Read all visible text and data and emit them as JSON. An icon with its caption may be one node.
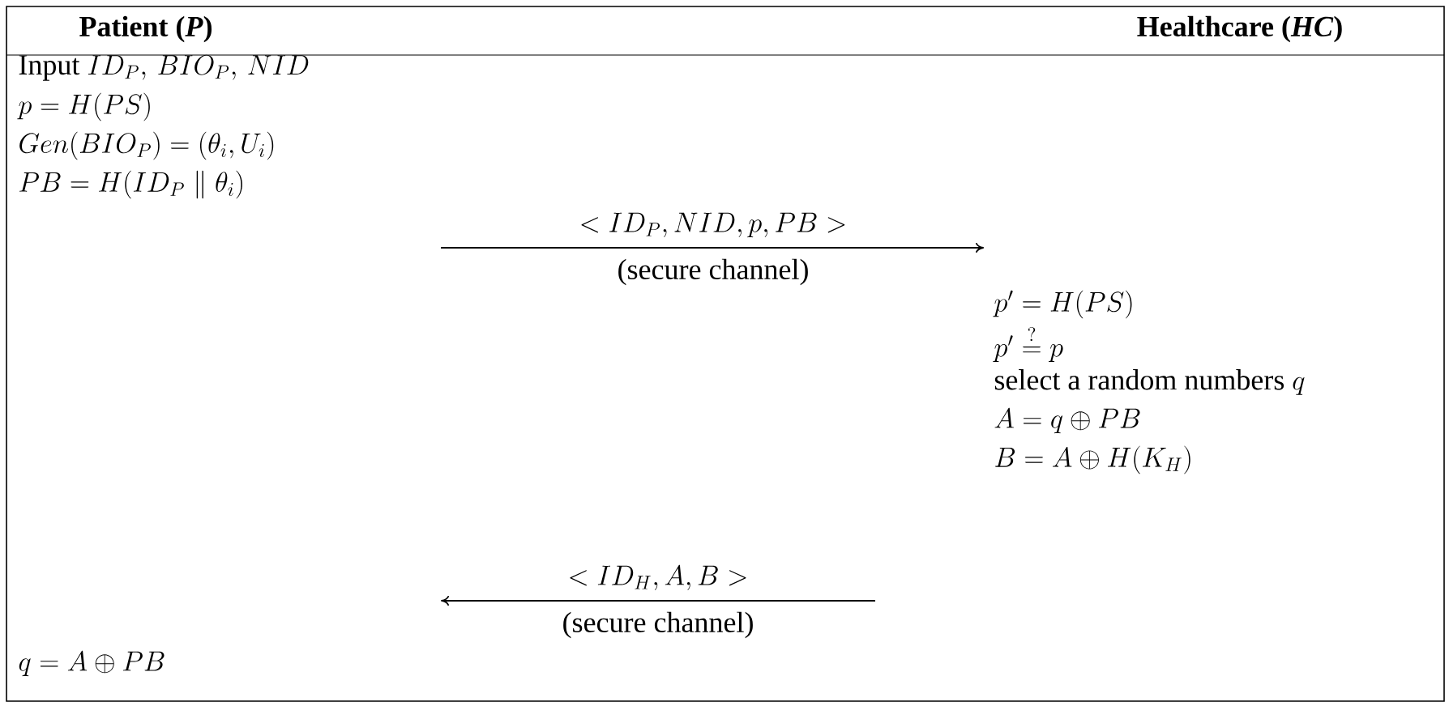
{
  "diagram": {
    "labels": [
      "Patient (*P*)",
      "Healthcare (*HC*)",
      "\\text{Input } ID_P,\\, BIO_P,\\, NID",
      "p = H(PS)",
      "Gen(BIO_P) = (\\theta_i, U_i)",
      "PB = H(ID_P \\parallel \\theta_i)",
      "<ID_P, NID, p, PB>",
      "(secure channel)",
      "p' = H(PS)",
      "p' \\overset{?}{=} p",
      "\\text{select a random numbers } q",
      "A = q \\oplus PB",
      "B = A \\oplus H(K_H)",
      "<ID_H, A, B>",
      "(secure channel)",
      "q = A \\oplus PB"
    ]
  }
}
